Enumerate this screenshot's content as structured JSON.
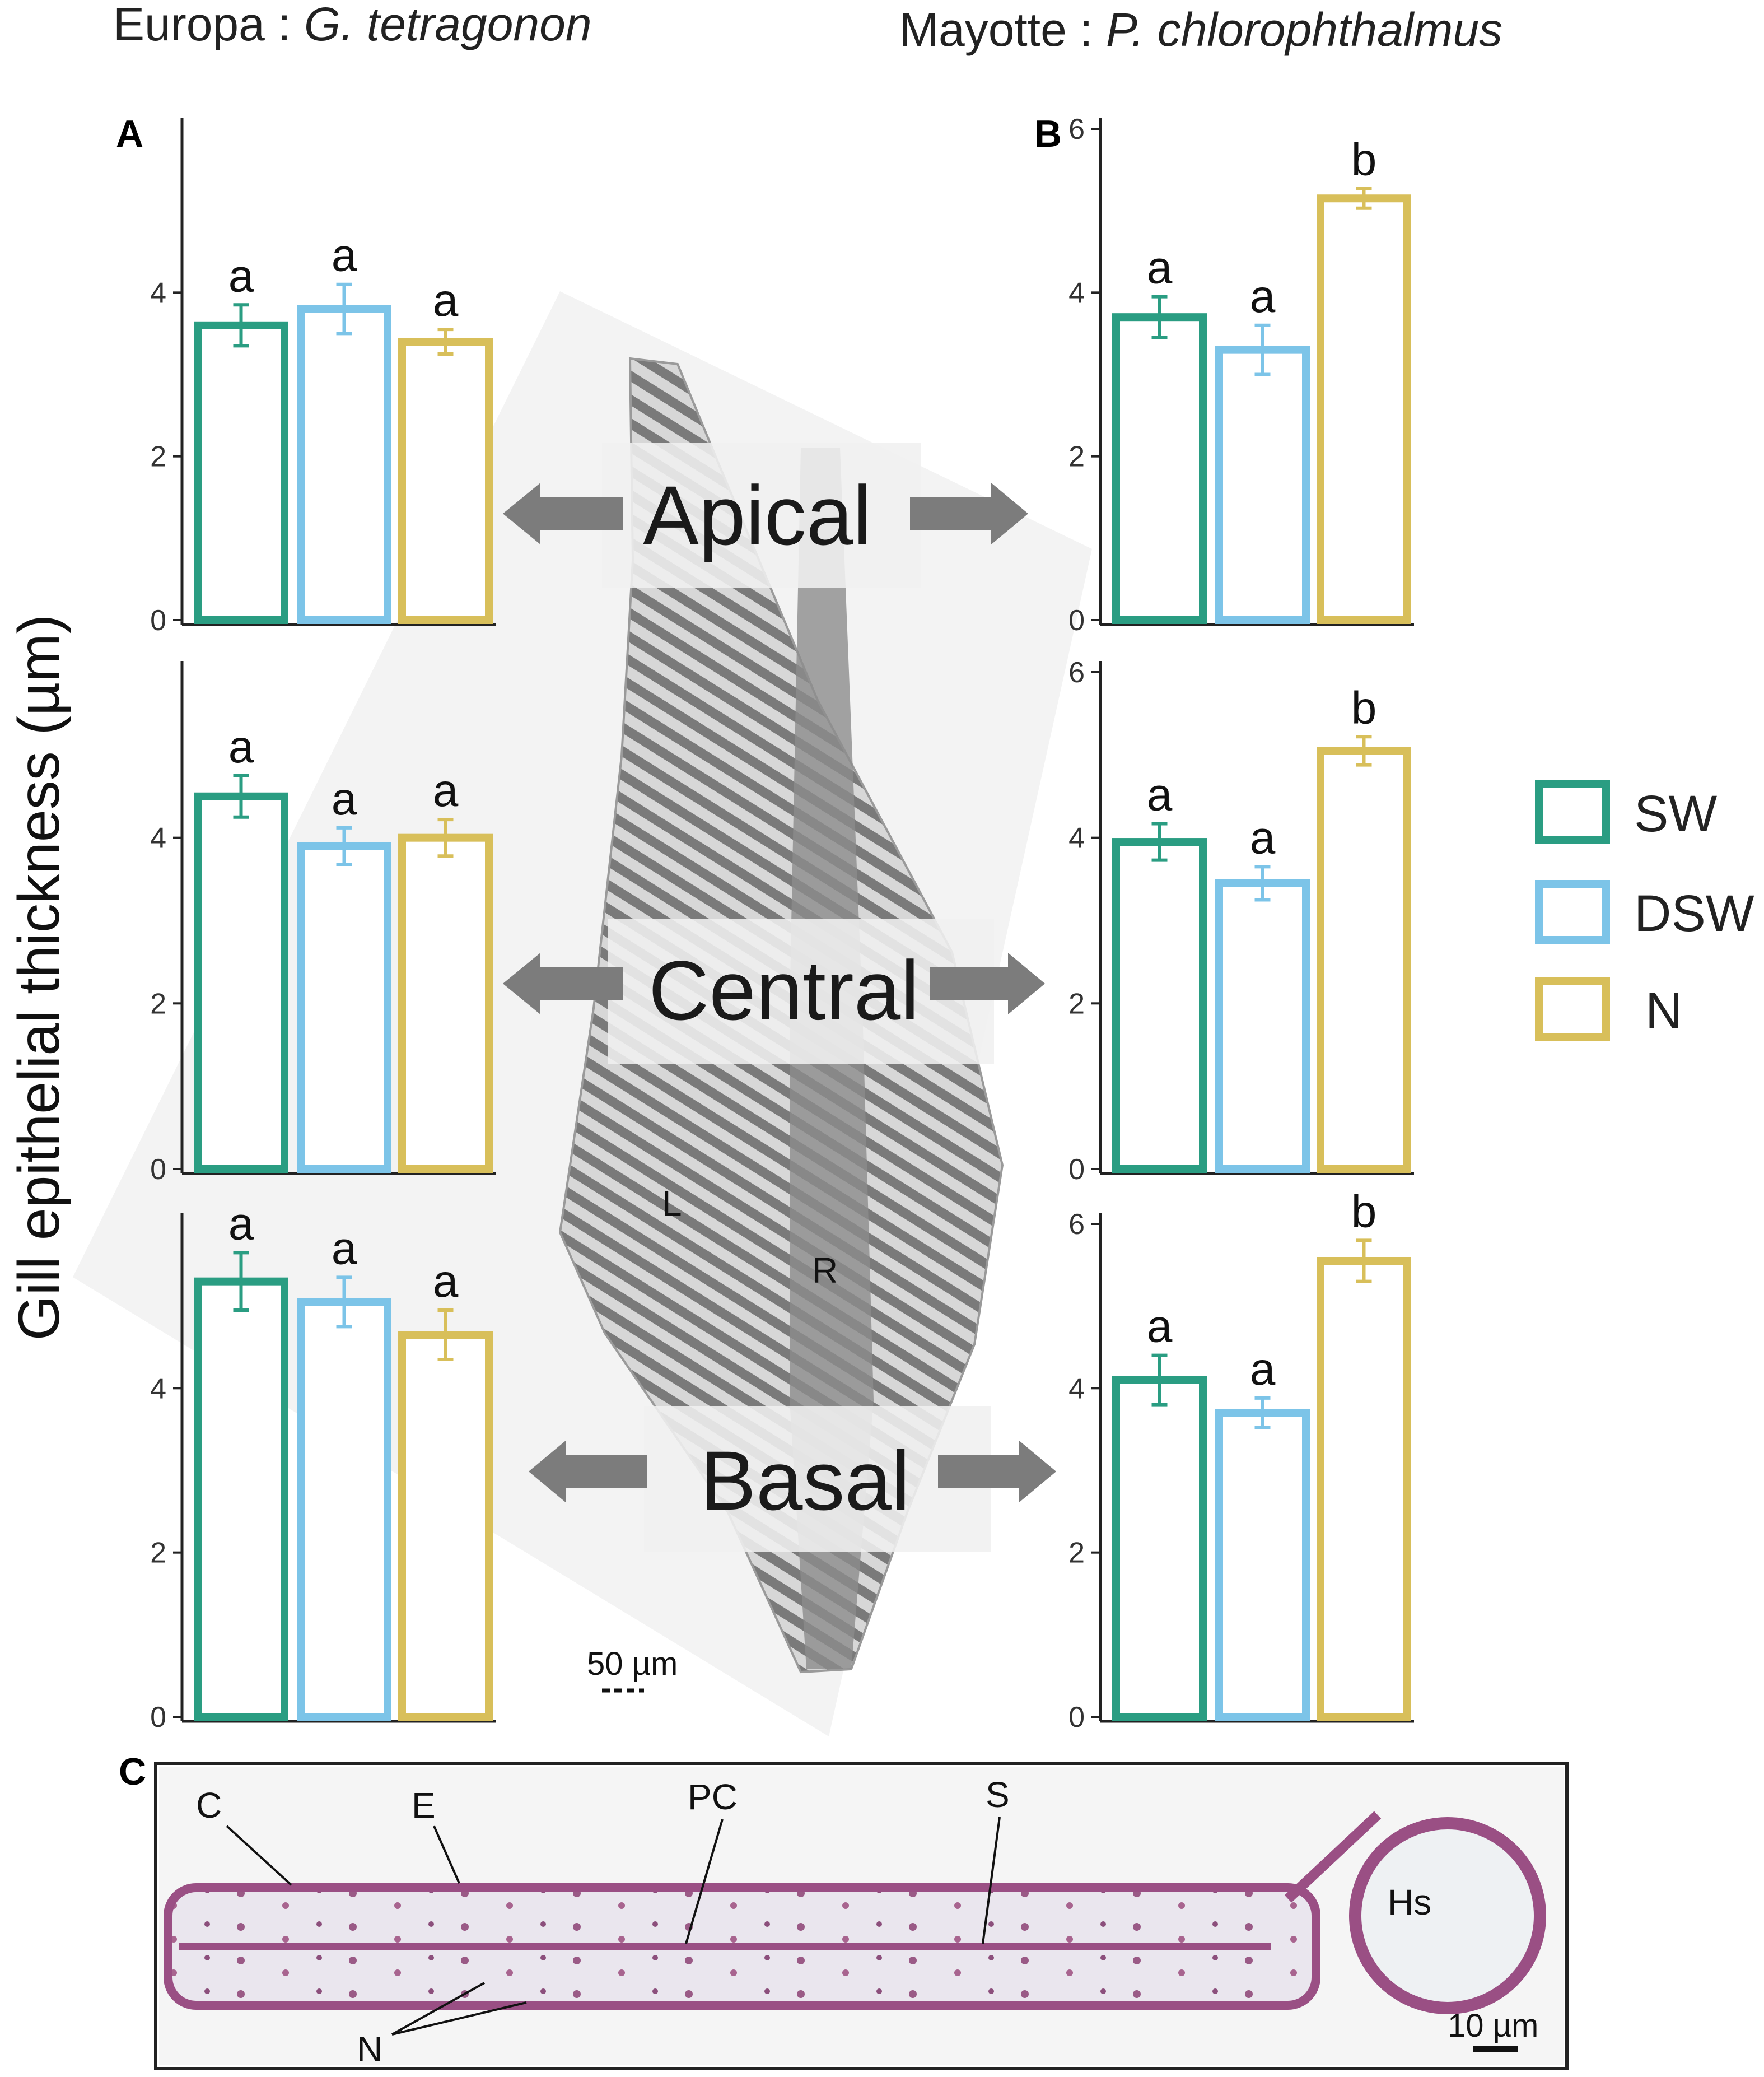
{
  "titles": {
    "left_site": "Europa : ",
    "left_species": "G. tetragonon",
    "right_site": "Mayotte : ",
    "right_species": "P. chlorophthalmus"
  },
  "y_axis_label": "Gill epithelial thickness (µm)",
  "region_labels": [
    "Apical",
    "Central",
    "Basal"
  ],
  "legend": [
    {
      "label": "SW",
      "color": "#2a9d82"
    },
    {
      "label": "DSW",
      "color": "#7cc4e8"
    },
    {
      "label": "N",
      "color": "#d8bf5a"
    }
  ],
  "micrograph": {
    "scale_bar_text": "50 µm",
    "labels": [
      "L",
      "R"
    ]
  },
  "histology": {
    "panel_label": "C",
    "labels": [
      "C",
      "E",
      "PC",
      "S",
      "Hs",
      "N"
    ],
    "scale_bar_text": "10 µm"
  },
  "chart_data": [
    {
      "type": "bar",
      "panel": "A",
      "region": "Apical",
      "categories": [
        "SW",
        "DSW",
        "N"
      ],
      "values": [
        3.6,
        3.8,
        3.4
      ],
      "errors": [
        0.25,
        0.3,
        0.15
      ],
      "letters": [
        "a",
        "a",
        "a"
      ],
      "ylim": [
        0,
        6
      ],
      "ticks": [
        0,
        2,
        4
      ],
      "panel_label": "A"
    },
    {
      "type": "bar",
      "panel": "A",
      "region": "Central",
      "categories": [
        "SW",
        "DSW",
        "N"
      ],
      "values": [
        4.5,
        3.9,
        4.0
      ],
      "errors": [
        0.25,
        0.22,
        0.22
      ],
      "letters": [
        "a",
        "a",
        "a"
      ],
      "ylim": [
        0,
        6
      ],
      "ticks": [
        0,
        2,
        4
      ],
      "panel_label": ""
    },
    {
      "type": "bar",
      "panel": "A",
      "region": "Basal",
      "categories": [
        "SW",
        "DSW",
        "N"
      ],
      "values": [
        5.3,
        5.05,
        4.65
      ],
      "errors": [
        0.35,
        0.3,
        0.3
      ],
      "letters": [
        "a",
        "a",
        "a"
      ],
      "ylim": [
        0,
        6
      ],
      "ticks": [
        0,
        2,
        4
      ],
      "panel_label": ""
    },
    {
      "type": "bar",
      "panel": "B",
      "region": "Apical",
      "categories": [
        "SW",
        "DSW",
        "N"
      ],
      "values": [
        3.7,
        3.3,
        5.15
      ],
      "errors": [
        0.25,
        0.3,
        0.12
      ],
      "letters": [
        "a",
        "a",
        "b"
      ],
      "ylim": [
        0,
        6
      ],
      "ticks": [
        0,
        2,
        4,
        6
      ],
      "panel_label": "B"
    },
    {
      "type": "bar",
      "panel": "B",
      "region": "Central",
      "categories": [
        "SW",
        "DSW",
        "N"
      ],
      "values": [
        3.95,
        3.45,
        5.05
      ],
      "errors": [
        0.22,
        0.2,
        0.17
      ],
      "letters": [
        "a",
        "a",
        "b"
      ],
      "ylim": [
        0,
        6
      ],
      "ticks": [
        0,
        2,
        4,
        6
      ],
      "panel_label": ""
    },
    {
      "type": "bar",
      "panel": "B",
      "region": "Basal",
      "categories": [
        "SW",
        "DSW",
        "N"
      ],
      "values": [
        4.1,
        3.7,
        5.55
      ],
      "errors": [
        0.3,
        0.18,
        0.25
      ],
      "letters": [
        "a",
        "a",
        "b"
      ],
      "ylim": [
        0,
        6
      ],
      "ticks": [
        0,
        2,
        4,
        6
      ],
      "panel_label": ""
    }
  ]
}
